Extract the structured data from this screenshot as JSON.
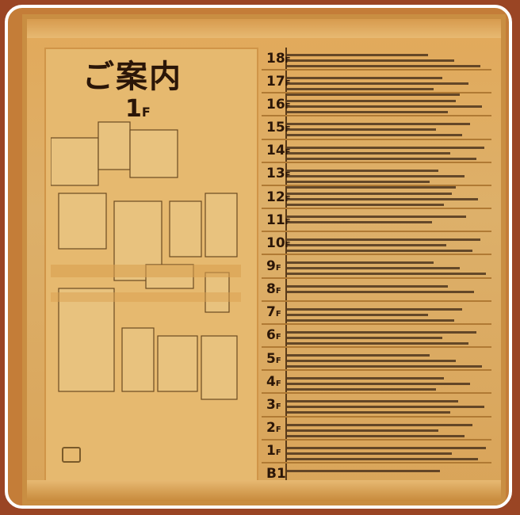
{
  "sign": {
    "title": "ご案内",
    "floor": "1",
    "floor_suffix": "F"
  },
  "directory": [
    {
      "floor": "18",
      "lines": 3
    },
    {
      "floor": "17",
      "lines": 4
    },
    {
      "floor": "16",
      "lines": 3
    },
    {
      "floor": "15",
      "lines": 3
    },
    {
      "floor": "14",
      "lines": 3
    },
    {
      "floor": "13",
      "lines": 4
    },
    {
      "floor": "12",
      "lines": 3
    },
    {
      "floor": "11",
      "lines": 2
    },
    {
      "floor": "10",
      "lines": 3
    },
    {
      "floor": "9",
      "lines": 3
    },
    {
      "floor": "8",
      "lines": 2
    },
    {
      "floor": "7",
      "lines": 3
    },
    {
      "floor": "6",
      "lines": 3
    },
    {
      "floor": "5",
      "lines": 3
    },
    {
      "floor": "4",
      "lines": 3
    },
    {
      "floor": "3",
      "lines": 3
    },
    {
      "floor": "2",
      "lines": 3
    },
    {
      "floor": "1",
      "lines": 3
    },
    {
      "floor": "B1",
      "lines": 1
    }
  ],
  "floor_suffix": "F"
}
